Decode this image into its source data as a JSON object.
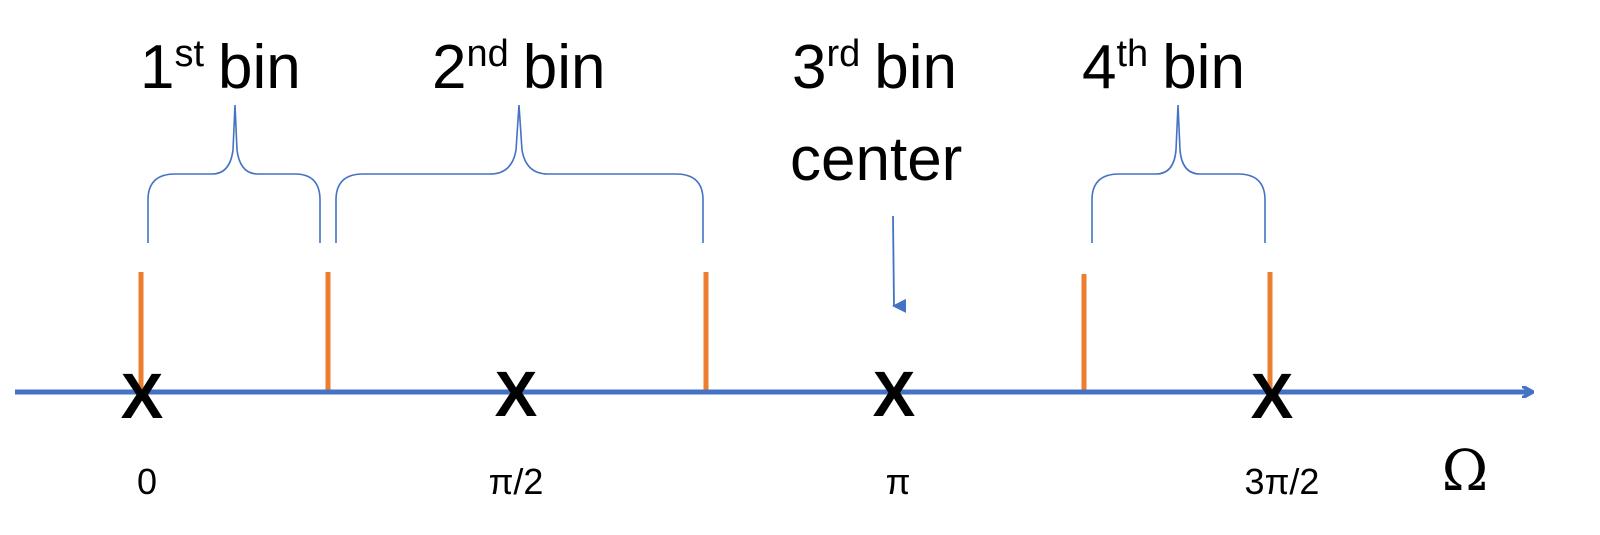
{
  "bins": [
    {
      "number": "1",
      "suffix": "st",
      "word": "bin",
      "sublabel": ""
    },
    {
      "number": "2",
      "suffix": "nd",
      "word": "bin",
      "sublabel": ""
    },
    {
      "number": "3",
      "suffix": "rd",
      "word": "bin",
      "sublabel": "center"
    },
    {
      "number": "4",
      "suffix": "th",
      "word": "bin",
      "sublabel": ""
    }
  ],
  "axis": {
    "symbol": "Ω",
    "ticks": [
      "0",
      "π/2",
      "π",
      "3π/2"
    ]
  },
  "center_marker": "X",
  "colors": {
    "axis": "#4472C4",
    "brace": "#4472C4",
    "boundary": "#ED7D31",
    "marker": "#000000"
  }
}
